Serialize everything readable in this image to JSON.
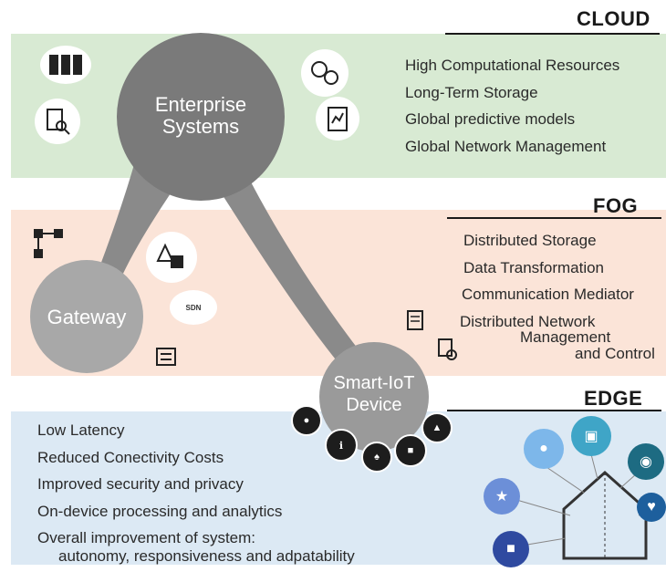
{
  "cloud": {
    "header": "CLOUD",
    "features": [
      "High Computational Resources",
      "Long-Term Storage",
      "Global predictive models",
      "Global Network Management"
    ],
    "node": {
      "line1": "Enterprise",
      "line2": "Systems"
    }
  },
  "fog": {
    "header": "FOG",
    "features": [
      "Distributed Storage",
      "Data Transformation",
      "Communication Mediator",
      "Distributed Network"
    ],
    "features_tail": [
      "Management",
      "and Control"
    ],
    "node": "Gateway",
    "sdn_label": "SDN"
  },
  "edge": {
    "header": "EDGE",
    "features": [
      "Low Latency",
      "Reduced Conectivity Costs",
      "Improved security and privacy",
      "On-device processing and analytics",
      "Overall improvement of system:"
    ],
    "features_tail": "autonomy, responsiveness and adpatability",
    "node": {
      "line1": "Smart-IoT",
      "line2": "Device"
    }
  },
  "icons": {
    "cloud": [
      "server-rack-icon",
      "document-search-icon",
      "gears-icon",
      "clipboard-chart-icon"
    ],
    "fog": [
      "network-nodes-icon",
      "shapes-icon",
      "sdn-icon",
      "settings-panel-icon",
      "document-icon",
      "document-gear-icon"
    ],
    "edge_device": [
      "lightbulb-icon",
      "thermometer-icon",
      "faucet-icon",
      "phone-icon",
      "vehicle-icon"
    ],
    "home": [
      "bulb-icon",
      "monitor-icon",
      "camera-icon",
      "robot-icon",
      "sensor-icon",
      "house-icon"
    ]
  },
  "colors": {
    "cloud_band": "#d8ead3",
    "fog_band": "#fbe4d8",
    "edge_band": "#dce9f4",
    "enterprise_node": "#7a7a7a",
    "gateway_node": "#a8a8a8",
    "device_node": "#9a9a9a"
  }
}
